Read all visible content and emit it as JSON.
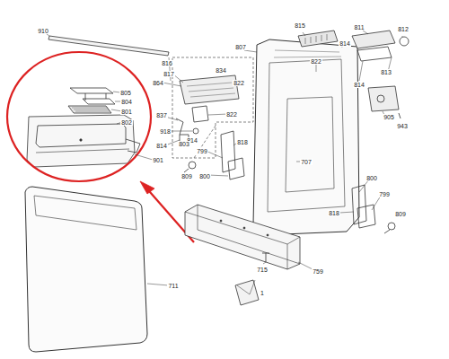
{
  "diagram": {
    "labels": [
      "910",
      "816",
      "815",
      "814",
      "811",
      "812",
      "807",
      "822",
      "834",
      "817",
      "864",
      "822",
      "814",
      "813",
      "805",
      "804",
      "801",
      "802",
      "822",
      "837",
      "918",
      "814",
      "814",
      "803",
      "818",
      "799",
      "905",
      "943",
      "901",
      "707",
      "809",
      "800",
      "800",
      "799",
      "818",
      "809",
      "759",
      "711",
      "715",
      "1"
    ]
  }
}
